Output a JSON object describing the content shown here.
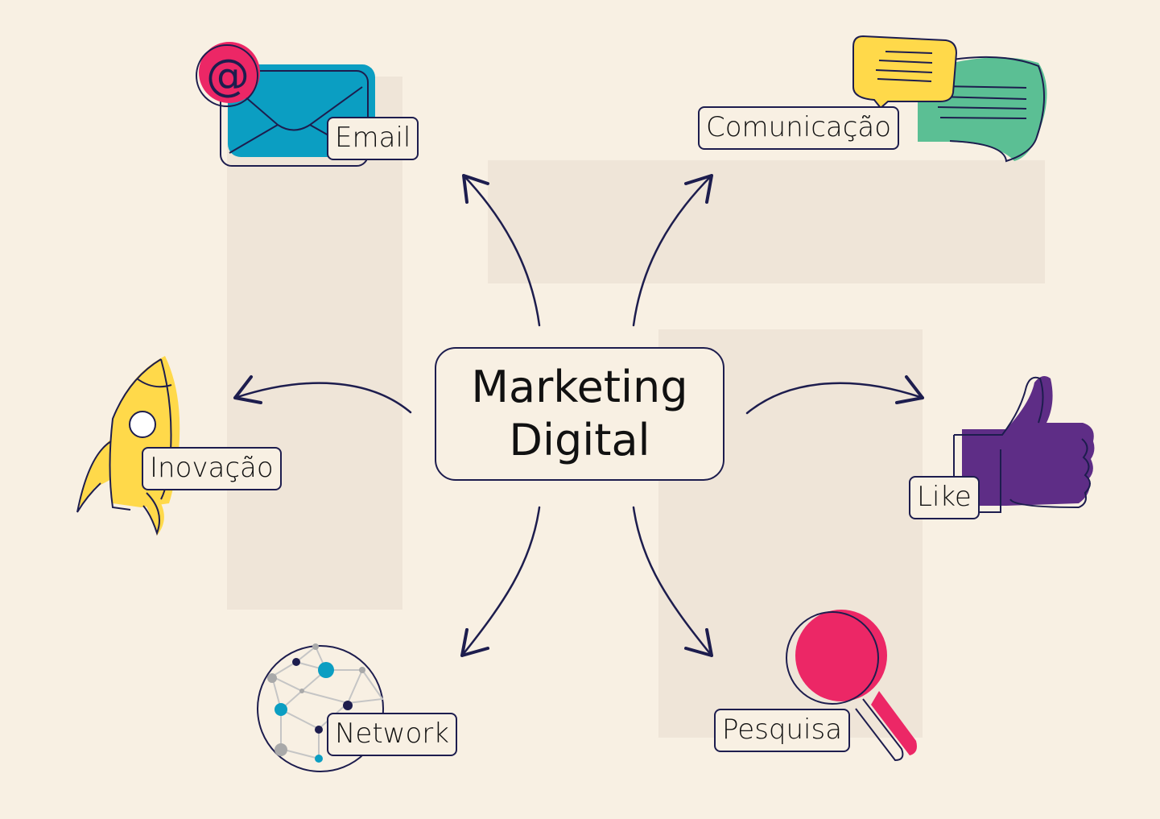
{
  "title": {
    "line1": "Marketing",
    "line2": "Digital"
  },
  "nodes": [
    {
      "id": "email",
      "label": "Email",
      "icon": "envelope-icon"
    },
    {
      "id": "comunicacao",
      "label": "Comunicação",
      "icon": "speech-bubbles-icon"
    },
    {
      "id": "inovacao",
      "label": "Inovação",
      "icon": "rocket-icon"
    },
    {
      "id": "like",
      "label": "Like",
      "icon": "thumbs-up-icon"
    },
    {
      "id": "network",
      "label": "Network",
      "icon": "network-globe-icon"
    },
    {
      "id": "pesquisa",
      "label": "Pesquisa",
      "icon": "magnifying-glass-icon"
    }
  ],
  "colors": {
    "background": "#f8f0e3",
    "panel": "#efe5d8",
    "outline": "#1d1d4e",
    "email_blue": "#0b9ec2",
    "at_pink": "#ec2766",
    "yellow": "#ffd94a",
    "green": "#5bbf94",
    "purple": "#5e2d86",
    "pink": "#ec2766",
    "network_teal": "#0b9ec2",
    "network_gray": "#a9a9a9"
  }
}
